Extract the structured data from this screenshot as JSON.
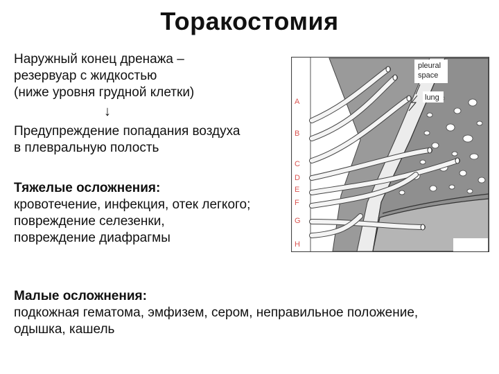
{
  "title": "Торакостомия",
  "drainage": {
    "lines": [
      "Наружный конец дренажа –",
      "резервуар с жидкостью",
      "(ниже уровня грудной клетки)"
    ],
    "arrow": "↓",
    "prevention_lines": [
      "Предупреждение попадания воздуха",
      "в плевральную полость"
    ]
  },
  "severe": {
    "heading": "Тяжелые осложнения:",
    "lines": [
      "кровотечение, инфекция, отек легкого;",
      "повреждение селезенки,",
      "повреждение диафрагмы"
    ]
  },
  "minor": {
    "heading": "Малые осложнения:",
    "lines": [
      "подкожная гематома, эмфизем, сером, неправильное положение,",
      "одышка, кашель"
    ]
  },
  "figure": {
    "labels": {
      "pleural_line1": "pleural",
      "pleural_line2": "space",
      "lung": "lung"
    },
    "letters": [
      "A",
      "B",
      "C",
      "D",
      "E",
      "F",
      "G",
      "H"
    ],
    "letter_color": "#d9534f"
  }
}
